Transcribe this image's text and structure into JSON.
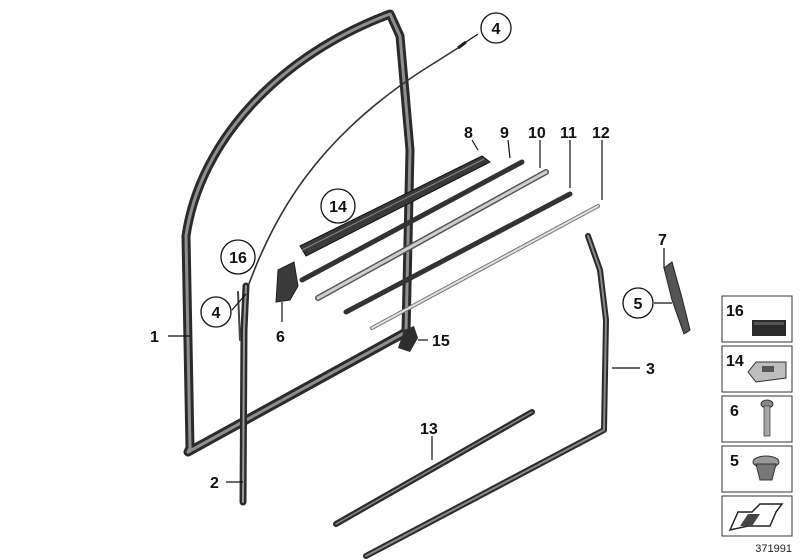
{
  "callouts": {
    "c1": "1",
    "c2": "2",
    "c3": "3",
    "c4a": "4",
    "c4b": "4",
    "c5": "5",
    "c6": "6",
    "c7": "7",
    "c8": "8",
    "c9": "9",
    "c10": "10",
    "c11": "11",
    "c12": "12",
    "c13": "13",
    "c14": "14",
    "c15": "15",
    "c16": "16"
  },
  "side_panel": {
    "items": [
      {
        "label": "16",
        "part": "pad-icon"
      },
      {
        "label": "14",
        "part": "clip-icon"
      },
      {
        "label": "6",
        "part": "screw-icon"
      },
      {
        "label": "5",
        "part": "plug-icon"
      },
      {
        "label": "",
        "part": "arrow-icon"
      }
    ]
  },
  "doc_number": "371991"
}
